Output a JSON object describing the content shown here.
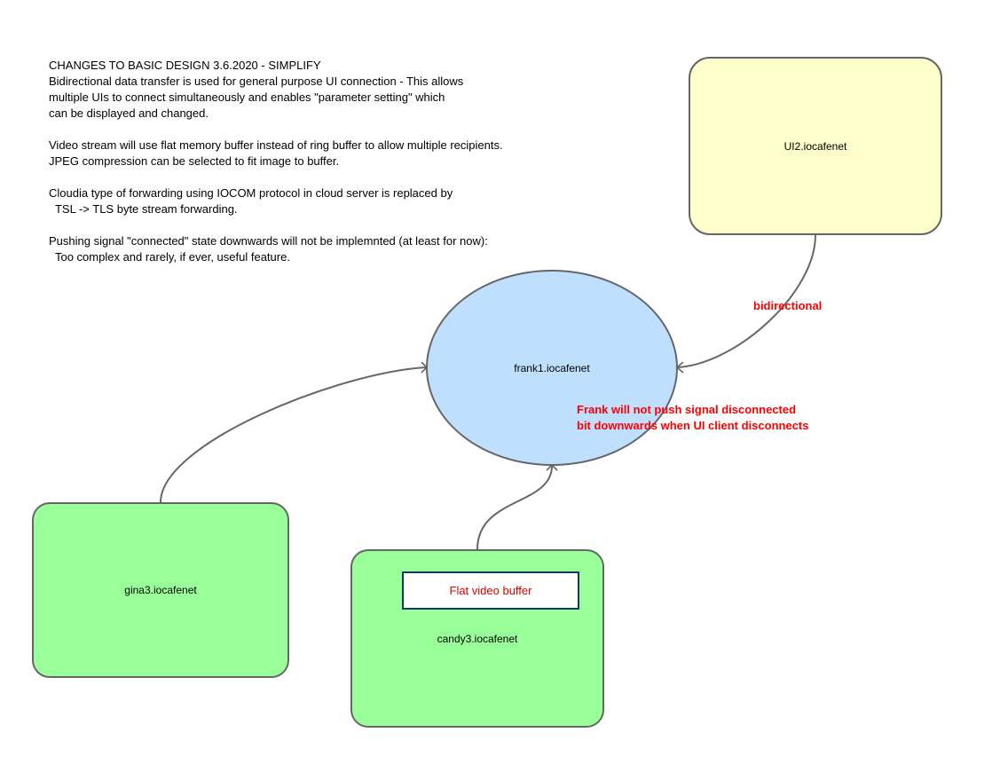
{
  "notes": {
    "lines": [
      "CHANGES TO BASIC DESIGN 3.6.2020 - SIMPLIFY",
      "Bidirectional data transfer is used for general purpose UI connection - This allows",
      "multiple UIs to connect simultaneously and enables \"parameter setting\" which",
      "can be displayed and changed.",
      "",
      "Video stream will use flat memory buffer instead of ring buffer to allow multiple recipients.",
      "JPEG compression can be selected to fit image to buffer.",
      "",
      "Cloudia type of forwarding using IOCOM protocol in cloud server is replaced by",
      "  TSL -> TLS byte stream forwarding.",
      "",
      "Pushing signal \"connected\" state downwards will not be implemnted (at least for now):",
      "  Too complex and rarely, if ever, useful feature."
    ]
  },
  "nodes": {
    "ui2": {
      "label": "UI2.iocafenet",
      "fill": "#ffffcc"
    },
    "frank1": {
      "label": "frank1.iocafenet",
      "fill": "#bfdfff"
    },
    "gina3": {
      "label": "gina3.iocafenet",
      "fill": "#99ff99"
    },
    "candy3": {
      "label": "candy3.iocafenet",
      "fill": "#99ff99"
    }
  },
  "flat_buffer": {
    "label": "Flat video buffer"
  },
  "edges": [
    {
      "from": "ui2",
      "to": "frank1",
      "label": "bidirectional"
    },
    {
      "from": "gina3",
      "to": "frank1",
      "label": ""
    },
    {
      "from": "candy3",
      "to": "frank1",
      "label": ""
    }
  ],
  "annotations": {
    "bidirectional": "bidirectional",
    "frank_note": "Frank will not push signal disconnected\nbit downwards when UI client disconnects"
  },
  "colors": {
    "edge": "#666666",
    "annotation": "#ff0000",
    "buffer_border": "#0e3a68"
  }
}
